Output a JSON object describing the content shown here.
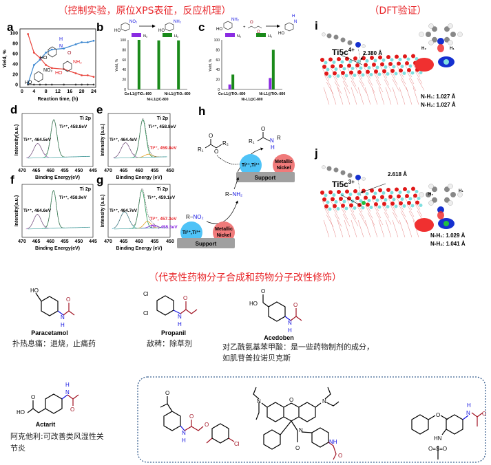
{
  "section_titles": {
    "top_left": "（控制实验，原位XPS表征，反应机理）",
    "top_right": "（DFT验证）",
    "bottom": "（代表性药物分子合成和药物分子改性修饰）"
  },
  "colors": {
    "title_red": "#e8262a",
    "paren_blue": "#1f3f8f",
    "n_blue": "#1010e0",
    "o_red": "#a01020",
    "acetamide_line": "#3a86d0",
    "amine_line": "#e8423a",
    "nitro_line": "#333333",
    "n2_bar": "#8a2be2",
    "h2_bar": "#1a8a1a",
    "ti_lower": "#4fc3f7",
    "nickel": "#f07a7a",
    "support": "#a0a0a0"
  },
  "panel_labels": {
    "a": "a",
    "b": "b",
    "c": "c",
    "d": "d",
    "e": "e",
    "f": "f",
    "g": "g",
    "h": "h",
    "i": "i",
    "j": "j"
  },
  "chart_data": [
    {
      "panel": "a",
      "type": "line",
      "xlabel": "Reaction time, (h)",
      "ylabel": "Yield, %",
      "xlim": [
        0,
        24
      ],
      "ylim": [
        0,
        100
      ],
      "xticks": [
        0,
        4,
        8,
        12,
        16,
        20,
        24
      ],
      "yticks": [
        0,
        20,
        40,
        60,
        80,
        100
      ],
      "x": [
        2,
        4,
        6,
        8,
        10,
        14,
        18,
        20,
        22,
        24
      ],
      "series": [
        {
          "key": "acetamide",
          "color": "#3a86d0",
          "values": [
            2,
            38,
            48,
            62,
            68,
            70,
            78,
            82,
            82,
            85
          ]
        },
        {
          "key": "amine",
          "color": "#e8423a",
          "values": [
            98,
            62,
            52,
            38,
            32,
            30,
            22,
            18,
            18,
            15
          ]
        },
        {
          "key": "nitro",
          "color": "#333333",
          "values": [
            0,
            0,
            0,
            0,
            0,
            0,
            0,
            0,
            0,
            0
          ]
        }
      ],
      "annotations": {
        "acetamide": [
          "HO",
          "H",
          "N",
          "O"
        ],
        "amine": [
          "HO",
          "NH₂"
        ],
        "nitro": [
          "HO",
          "NO₂"
        ]
      }
    },
    {
      "panel": "b",
      "type": "bar",
      "ylabel": "Yield, %",
      "ylim": [
        0,
        100
      ],
      "yticks": [
        0,
        20,
        40,
        60,
        80,
        100
      ],
      "categories": [
        "Co-L1@TiO₂-800",
        "Ni-L1@C-800",
        "Ni-L1@TiO₂-800"
      ],
      "series": [
        {
          "name": "N₂",
          "color": "#8a2be2",
          "values": [
            0,
            0,
            0
          ]
        },
        {
          "name": "H₂",
          "color": "#1a8a1a",
          "values": [
            100,
            99,
            99
          ]
        }
      ],
      "reaction": {
        "reactant": [
          "HO",
          "NO₂"
        ],
        "product": [
          "HO",
          "NH₂"
        ]
      }
    },
    {
      "panel": "c",
      "type": "bar",
      "ylabel": "Yield, %",
      "ylim": [
        0,
        100
      ],
      "yticks": [
        0,
        20,
        40,
        60,
        80,
        100
      ],
      "categories": [
        "Co-L1@TiO₂-800",
        "Ni-L1@C-800",
        "Ni-L1@TiO₂-800"
      ],
      "series": [
        {
          "name": "N₂",
          "color": "#8a2be2",
          "values": [
            10,
            0,
            23
          ]
        },
        {
          "name": "H₂",
          "color": "#1a8a1a",
          "values": [
            30,
            0,
            80
          ]
        }
      ],
      "reaction": {
        "reactant1": [
          "HO",
          "NH₂"
        ],
        "plus": "+",
        "reactant2": [
          "O",
          "O"
        ],
        "product": [
          "HO",
          "H",
          "N"
        ]
      }
    }
  ],
  "xps": [
    {
      "panel": "d",
      "title": "Ti 2p",
      "xlabel": "Binding Energy(eV)",
      "ylabel": "Intensity(a.u.)",
      "xticks": [
        470,
        465,
        460,
        455,
        450,
        445
      ],
      "peaks": [
        {
          "label": "Ti⁴⁺, 458.8eV",
          "color": "#000000"
        },
        {
          "label": "Ti⁴⁺, 464.5eV",
          "color": "#000000"
        }
      ]
    },
    {
      "panel": "e",
      "title": "Ti 2p",
      "xlabel": "Binding Energy (eV)",
      "ylabel": "Intensity (a.u.)",
      "xticks": [
        470,
        465,
        460,
        455,
        450
      ],
      "peaks": [
        {
          "label": "Ti⁴⁺, 458.8eV",
          "color": "#000000"
        },
        {
          "label": "Ti⁴⁺, 464.4eV",
          "color": "#000000"
        },
        {
          "label": "Ti³⁺, 459.8eV",
          "color": "#e8262a"
        }
      ]
    },
    {
      "panel": "f",
      "title": "Ti 2p",
      "xlabel": "Binding Energy(eV)",
      "ylabel": "Intensity(a.u.)",
      "xticks": [
        470,
        465,
        460,
        455,
        450,
        445
      ],
      "peaks": [
        {
          "label": "Ti⁴⁺, 458.9eV",
          "color": "#000000"
        },
        {
          "label": "Ti⁴⁺, 464.6eV",
          "color": "#000000"
        }
      ]
    },
    {
      "panel": "g",
      "title": "Ti 2p",
      "xlabel": "Binding Energy (eV)",
      "ylabel": "Intensity (a.u.)",
      "xticks": [
        470,
        465,
        460,
        455,
        450
      ],
      "peaks": [
        {
          "label": "Ti⁴⁺, 459.1eV",
          "color": "#000000"
        },
        {
          "label": "Ti⁴⁺, 464.7eV",
          "color": "#000000"
        },
        {
          "label": "Ti³⁺, 457.3eV",
          "color": "#e8262a"
        },
        {
          "label": "Ti²⁺, 455.5eV",
          "color": "#8a2be2"
        }
      ]
    }
  ],
  "mechanism": {
    "ester": {
      "O": "O",
      "R1": "R₁",
      "O2": "O",
      "R2": "R₂"
    },
    "amide": {
      "O": "O",
      "R1": "R₁",
      "N": "N",
      "H": "H",
      "R": "R"
    },
    "amine": {
      "R": "R−",
      "group": "NH₂"
    },
    "nitro": {
      "R": "R−",
      "group": "NO₂"
    },
    "ti_sites": "Ti²⁺,Ti³⁺",
    "nickel": [
      "Metallic",
      "Nickel"
    ],
    "support": "Support"
  },
  "dft": {
    "i": {
      "site": "Ti5c",
      "charge": "4+",
      "distance": "2.380 Å",
      "h1": "H₁",
      "h2": "H₂",
      "nh1": "N-H₁: 1.027 Å",
      "nh2": "N-H₂: 1.027 Å"
    },
    "j": {
      "site": "Ti5c",
      "charge": "3+",
      "distance": "2.618 Å",
      "h1": "H₁",
      "h2": "H₂",
      "nh1": "N-H₁: 1.029 Å",
      "nh2": "N-H₂: 1.041 Å"
    }
  },
  "drugs": [
    {
      "name": "Paracetamol",
      "description": [
        "扑热息痛：退烧，止痛药"
      ],
      "atoms": {
        "ho": "HO",
        "n": "N",
        "h": "H",
        "o": "O"
      }
    },
    {
      "name": "Propanil",
      "description": [
        "敌稗：除草剂"
      ],
      "atoms": {
        "cl1": "Cl",
        "cl2": "Cl",
        "n": "N",
        "h": "H",
        "o": "O"
      }
    },
    {
      "name": "Acedoben",
      "description": [
        "对乙酰氨基苯甲酸：是一些药物制剂的成分，",
        "如肌苷普拉诺贝克斯"
      ],
      "atoms": {
        "ho": "HO",
        "o1": "O",
        "n": "N",
        "h": "H",
        "o": "O"
      }
    },
    {
      "name": "Actarit",
      "description": [
        "阿克他利:可改善类风湿性关",
        "节炎"
      ],
      "atoms": {
        "ho": "HO",
        "o1": "O",
        "n": "N",
        "h": "H",
        "o": "O"
      }
    }
  ],
  "modified": [
    {
      "atoms": {
        "o1": "O",
        "n": "N",
        "h": "H",
        "o2": "O",
        "o3": "O",
        "cl": "Cl"
      }
    },
    {
      "atoms": {
        "n1": "N",
        "n2": "N",
        "o": "O",
        "n3": "N",
        "o2": "O",
        "nh": "NH",
        "o3": "O"
      }
    },
    {
      "atoms": {
        "o": "O",
        "h": "H",
        "n": "N",
        "o2": "O",
        "hn": "HN",
        "s": "O=S=O"
      }
    }
  ]
}
